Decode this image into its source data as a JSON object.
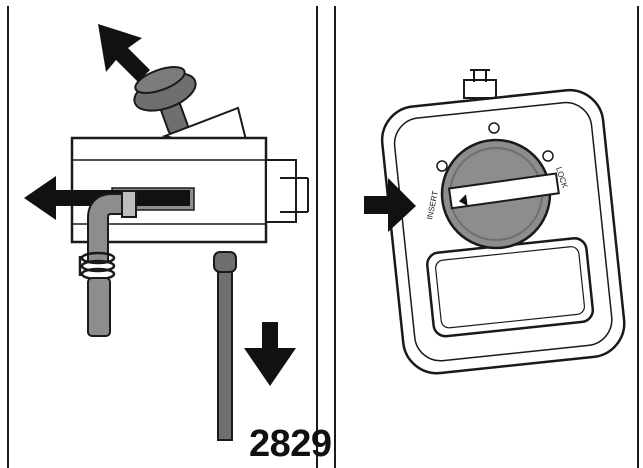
{
  "figure": {
    "number": "2829"
  },
  "dial": {
    "left_text": "INSERT",
    "right_text": "LOCK"
  },
  "colors": {
    "stroke": "#1a1a1a",
    "dark_gray": "#6f6f6f",
    "mid_gray": "#8d8d8d",
    "light_gray": "#bdbdbd",
    "background": "#ffffff"
  },
  "icons": [
    "arrow-up-left-icon",
    "arrow-left-icon",
    "arrow-down-icon",
    "arrow-right-icon",
    "unlock-icon",
    "lock-icon"
  ]
}
